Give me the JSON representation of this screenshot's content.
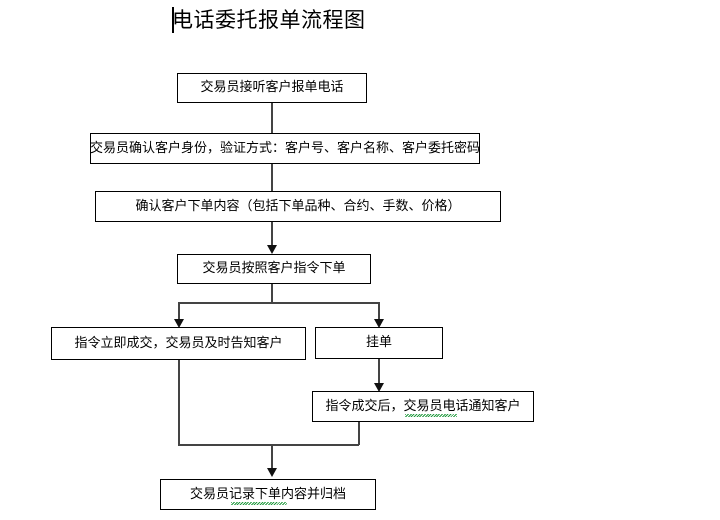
{
  "document": {
    "title": "电话委托报单流程图",
    "title_has_text_caret": true
  },
  "flowchart": {
    "type": "flowchart",
    "orientation": "top-to-bottom",
    "nodes": [
      {
        "id": "n1",
        "label": "交易员接听客户报单电话",
        "shape": "rectangle"
      },
      {
        "id": "n2",
        "label": "交易员确认客户身份，验证方式：客户号、客户名称、客户委托密码",
        "shape": "rectangle"
      },
      {
        "id": "n3",
        "label": "确认客户下单内容（包括下单品种、合约、手数、价格）",
        "shape": "rectangle"
      },
      {
        "id": "n4",
        "label": "交易员按照客户指令下单",
        "shape": "rectangle"
      },
      {
        "id": "n5",
        "label": "指令立即成交，交易员及时告知客户",
        "shape": "rectangle"
      },
      {
        "id": "n6",
        "label": "挂单",
        "shape": "rectangle"
      },
      {
        "id": "n7",
        "label": "指令成交后，交易员电话通知客户",
        "shape": "rectangle"
      },
      {
        "id": "n8",
        "label": "交易员记录下单内容并归档",
        "shape": "rectangle"
      }
    ],
    "edges": [
      {
        "from": "n1",
        "to": "n2",
        "style": "straight-down"
      },
      {
        "from": "n2",
        "to": "n3",
        "style": "straight-down"
      },
      {
        "from": "n3",
        "to": "n4",
        "style": "straight-down-arrow"
      },
      {
        "from": "n4",
        "to": "n5",
        "style": "split-left-arrow"
      },
      {
        "from": "n4",
        "to": "n6",
        "style": "split-right-arrow"
      },
      {
        "from": "n6",
        "to": "n7",
        "style": "straight-down-arrow"
      },
      {
        "from": "n5",
        "to": "n8",
        "style": "merge-left"
      },
      {
        "from": "n7",
        "to": "n8",
        "style": "merge-right-arrow"
      }
    ]
  },
  "colors": {
    "background": "#ffffff",
    "node_border": "#000000",
    "node_fill": "#ffffff",
    "text": "#000000",
    "connector": "#444444",
    "spellcheck_underline": "#0a8f2a"
  }
}
